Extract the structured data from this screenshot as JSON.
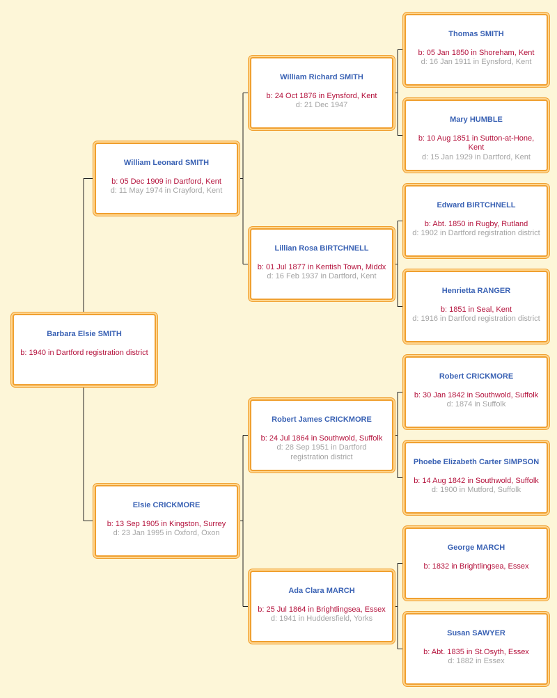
{
  "colors": {
    "background": "#fdf6d8",
    "box_border": "#f0a030",
    "name": "#3a62b4",
    "birth": "#b4123c",
    "death": "#a4a4a4",
    "connector": "#222222"
  },
  "people": [
    {
      "id": "barbara",
      "name": "Barbara Elsie SMITH",
      "birth": "b: 1940 in Dartford registration district",
      "death": ""
    },
    {
      "id": "william-leonard",
      "name": "William Leonard SMITH",
      "birth": "b: 05 Dec 1909 in Dartford, Kent",
      "death": "d: 11 May 1974 in Crayford, Kent"
    },
    {
      "id": "elsie",
      "name": "Elsie CRICKMORE",
      "birth": "b: 13 Sep 1905 in Kingston, Surrey",
      "death": "d: 23 Jan 1995 in Oxford, Oxon"
    },
    {
      "id": "william-richard",
      "name": "William Richard SMITH",
      "birth": "b: 24 Oct 1876 in Eynsford, Kent",
      "death": "d: 21 Dec 1947"
    },
    {
      "id": "lillian",
      "name": "Lillian Rosa BIRTCHNELL",
      "birth": "b: 01 Jul 1877 in Kentish Town, Middx",
      "death": "d: 16 Feb 1937 in Dartford, Kent"
    },
    {
      "id": "robert-james",
      "name": "Robert James CRICKMORE",
      "birth": "b: 24 Jul 1864 in Southwold, Suffolk",
      "death": "d: 28 Sep 1951 in Dartford registration district"
    },
    {
      "id": "ada",
      "name": "Ada Clara MARCH",
      "birth": "b: 25 Jul 1864 in Brightlingsea, Essex",
      "death": "d: 1941 in Huddersfield, Yorks"
    },
    {
      "id": "thomas",
      "name": "Thomas SMITH",
      "birth": "b: 05 Jan 1850 in Shoreham, Kent",
      "death": "d: 16 Jan 1911 in Eynsford, Kent"
    },
    {
      "id": "mary",
      "name": "Mary HUMBLE",
      "birth": "b: 10 Aug 1851 in Sutton-at-Hone, Kent",
      "death": "d: 15 Jan 1929 in Dartford, Kent"
    },
    {
      "id": "edward",
      "name": "Edward BIRTCHNELL",
      "birth": "b: Abt. 1850 in Rugby, Rutland",
      "death": "d: 1902 in Dartford registration district"
    },
    {
      "id": "henrietta",
      "name": "Henrietta RANGER",
      "birth": "b: 1851 in Seal, Kent",
      "death": "d: 1916 in Dartford registration district"
    },
    {
      "id": "robert",
      "name": "Robert CRICKMORE",
      "birth": "b: 30 Jan 1842 in Southwold, Suffolk",
      "death": "d: 1874 in Suffolk"
    },
    {
      "id": "phoebe",
      "name": "Phoebe Elizabeth Carter SIMPSON",
      "birth": "b: 14 Aug 1842 in Southwold, Suffolk",
      "death": "d: 1900 in Mutford, Suffolk"
    },
    {
      "id": "george",
      "name": "George MARCH",
      "birth": "b: 1832 in Brightlingsea, Essex",
      "death": ""
    },
    {
      "id": "susan",
      "name": "Susan SAWYER",
      "birth": "b: Abt. 1835 in St.Osyth, Essex",
      "death": "d: 1882 in Essex"
    }
  ]
}
